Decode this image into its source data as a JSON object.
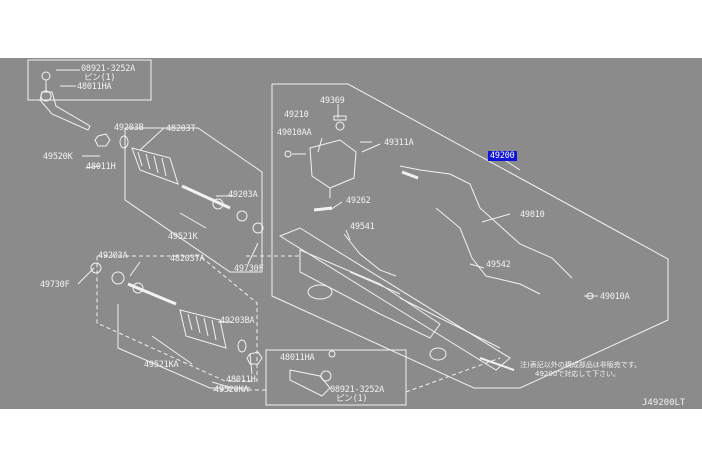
{
  "labels": {
    "l08921_3252a_top": "08921-3252A",
    "pin_top": "ピン(1)",
    "l48011ha_top": "48011HA",
    "l49520k": "49520K",
    "l48011h_top": "48011H",
    "l49203b": "49203B",
    "l48203t": "48203T",
    "l49203a_top": "49203A",
    "l49521k": "49521K",
    "l49730f_top": "49730F",
    "l49203a_bot": "49203A",
    "l48203ta": "48203TA",
    "l49730f_bot": "49730F",
    "l49203ba": "49203BA",
    "l49521ka": "49521KA",
    "l48011h_bot": "48011H",
    "l49520ka": "49520KA",
    "l48011ha_bot": "48011HA",
    "l08921_3252a_bot": "08921-3252A",
    "pin_bot": "ピン(1)",
    "l49369": "49369",
    "l49210": "49210",
    "l49010aa": "49010AA",
    "l49311a": "49311A",
    "l49262": "49262",
    "l49541": "49541",
    "l49200": "49200",
    "l49810": "49810",
    "l49542": "49542",
    "l49010a": "49010A"
  },
  "note": {
    "line1": "注)表記以外の構成部品は非販売です。",
    "line2": "49200で対応して下さい。"
  },
  "diagram_code": "J49200LT",
  "colors": {
    "background": "#8b8b8b",
    "lines": "#f2f2f2",
    "highlight": "#0f14d8"
  }
}
